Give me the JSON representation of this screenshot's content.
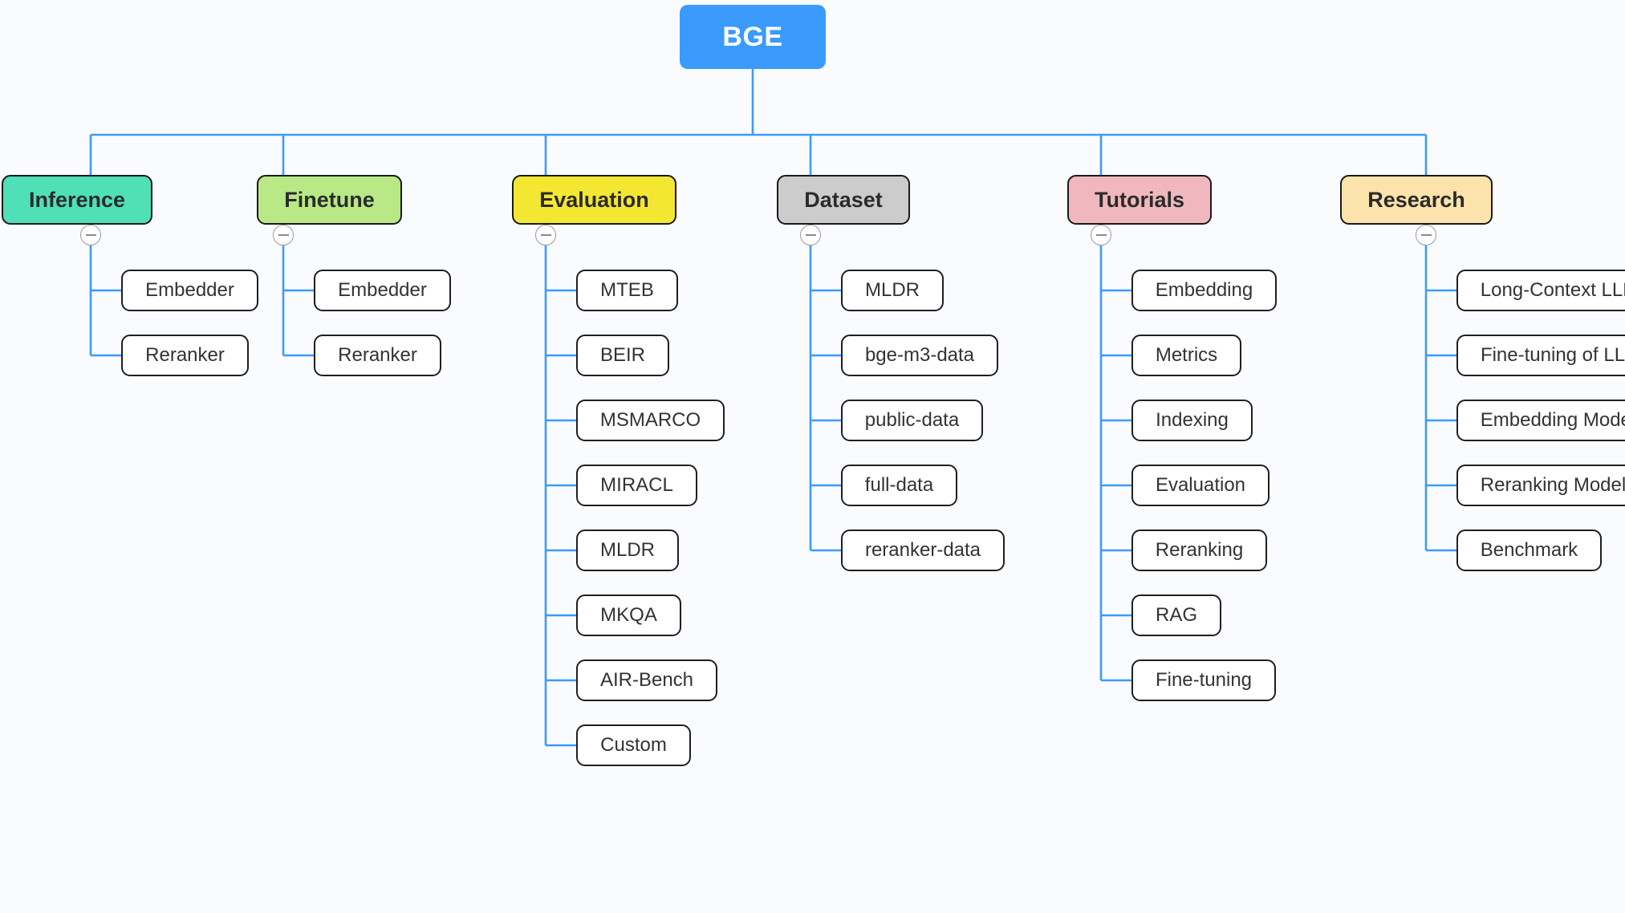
{
  "diagram": {
    "type": "mindmap",
    "title": "BGE",
    "background_color": "#fafbff",
    "link_color": "#3b9bfc",
    "root": {
      "label": "BGE",
      "fill": "#3b9bfc",
      "text_color": "#ffffff"
    },
    "toggle_icon": "collapse-minus-icon",
    "branches": [
      {
        "id": "inference",
        "label": "Inference",
        "fill": "#4fe0b8",
        "children": [
          {
            "label": "Embedder"
          },
          {
            "label": "Reranker"
          }
        ]
      },
      {
        "id": "finetune",
        "label": "Finetune",
        "fill": "#b8e986",
        "children": [
          {
            "label": "Embedder"
          },
          {
            "label": "Reranker"
          }
        ]
      },
      {
        "id": "evaluation",
        "label": "Evaluation",
        "fill": "#f4e732",
        "children": [
          {
            "label": "MTEB"
          },
          {
            "label": "BEIR"
          },
          {
            "label": "MSMARCO"
          },
          {
            "label": "MIRACL"
          },
          {
            "label": "MLDR"
          },
          {
            "label": "MKQA"
          },
          {
            "label": "AIR-Bench"
          },
          {
            "label": "Custom"
          }
        ]
      },
      {
        "id": "dataset",
        "label": "Dataset",
        "fill": "#cccccc",
        "children": [
          {
            "label": "MLDR"
          },
          {
            "label": "bge-m3-data"
          },
          {
            "label": "public-data"
          },
          {
            "label": "full-data"
          },
          {
            "label": "reranker-data"
          }
        ]
      },
      {
        "id": "tutorials",
        "label": "Tutorials",
        "fill": "#f0b8bc",
        "children": [
          {
            "label": "Embedding"
          },
          {
            "label": "Metrics"
          },
          {
            "label": "Indexing"
          },
          {
            "label": "Evaluation"
          },
          {
            "label": "Reranking"
          },
          {
            "label": "RAG"
          },
          {
            "label": "Fine-tuning"
          }
        ]
      },
      {
        "id": "research",
        "label": "Research",
        "fill": "#fce3ab",
        "children": [
          {
            "label": "Long-Context LLM"
          },
          {
            "label": "Fine-tuning of LLM"
          },
          {
            "label": "Embedding Model"
          },
          {
            "label": "Reranking Model"
          },
          {
            "label": "Benchmark"
          }
        ]
      }
    ]
  }
}
